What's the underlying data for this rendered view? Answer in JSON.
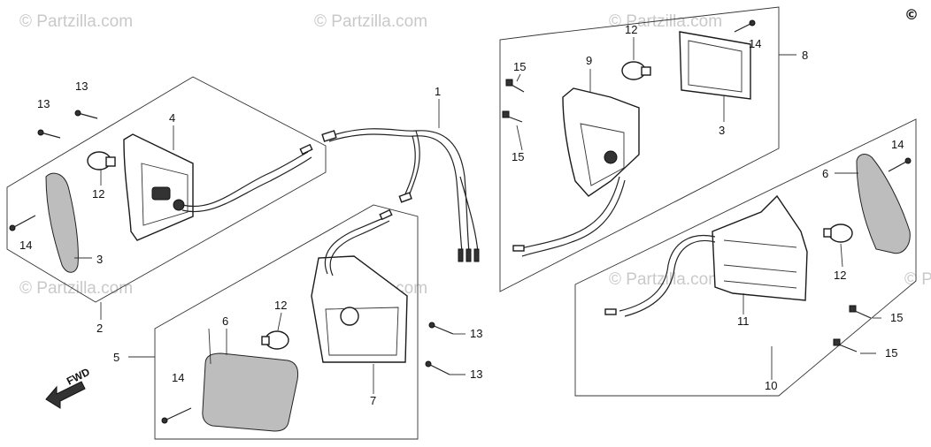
{
  "watermark": "© Partzilla.com",
  "copyright_mark": "©",
  "fwd_label": "FWD",
  "callouts": {
    "c1": "1",
    "c2": "2",
    "c3a": "3",
    "c3b": "3",
    "c4": "4",
    "c5": "5",
    "c6a": "6",
    "c6b": "6",
    "c7": "7",
    "c8": "8",
    "c9": "9",
    "c10": "10",
    "c11": "11",
    "c12a": "12",
    "c12b": "12",
    "c12c": "12",
    "c12d": "12",
    "c13a": "13",
    "c13b": "13",
    "c13c": "13",
    "c13d": "13",
    "c14a": "14",
    "c14b": "14",
    "c14c": "14",
    "c14d": "14",
    "c15a": "15",
    "c15b": "15",
    "c15c": "15",
    "c15d": "15"
  }
}
